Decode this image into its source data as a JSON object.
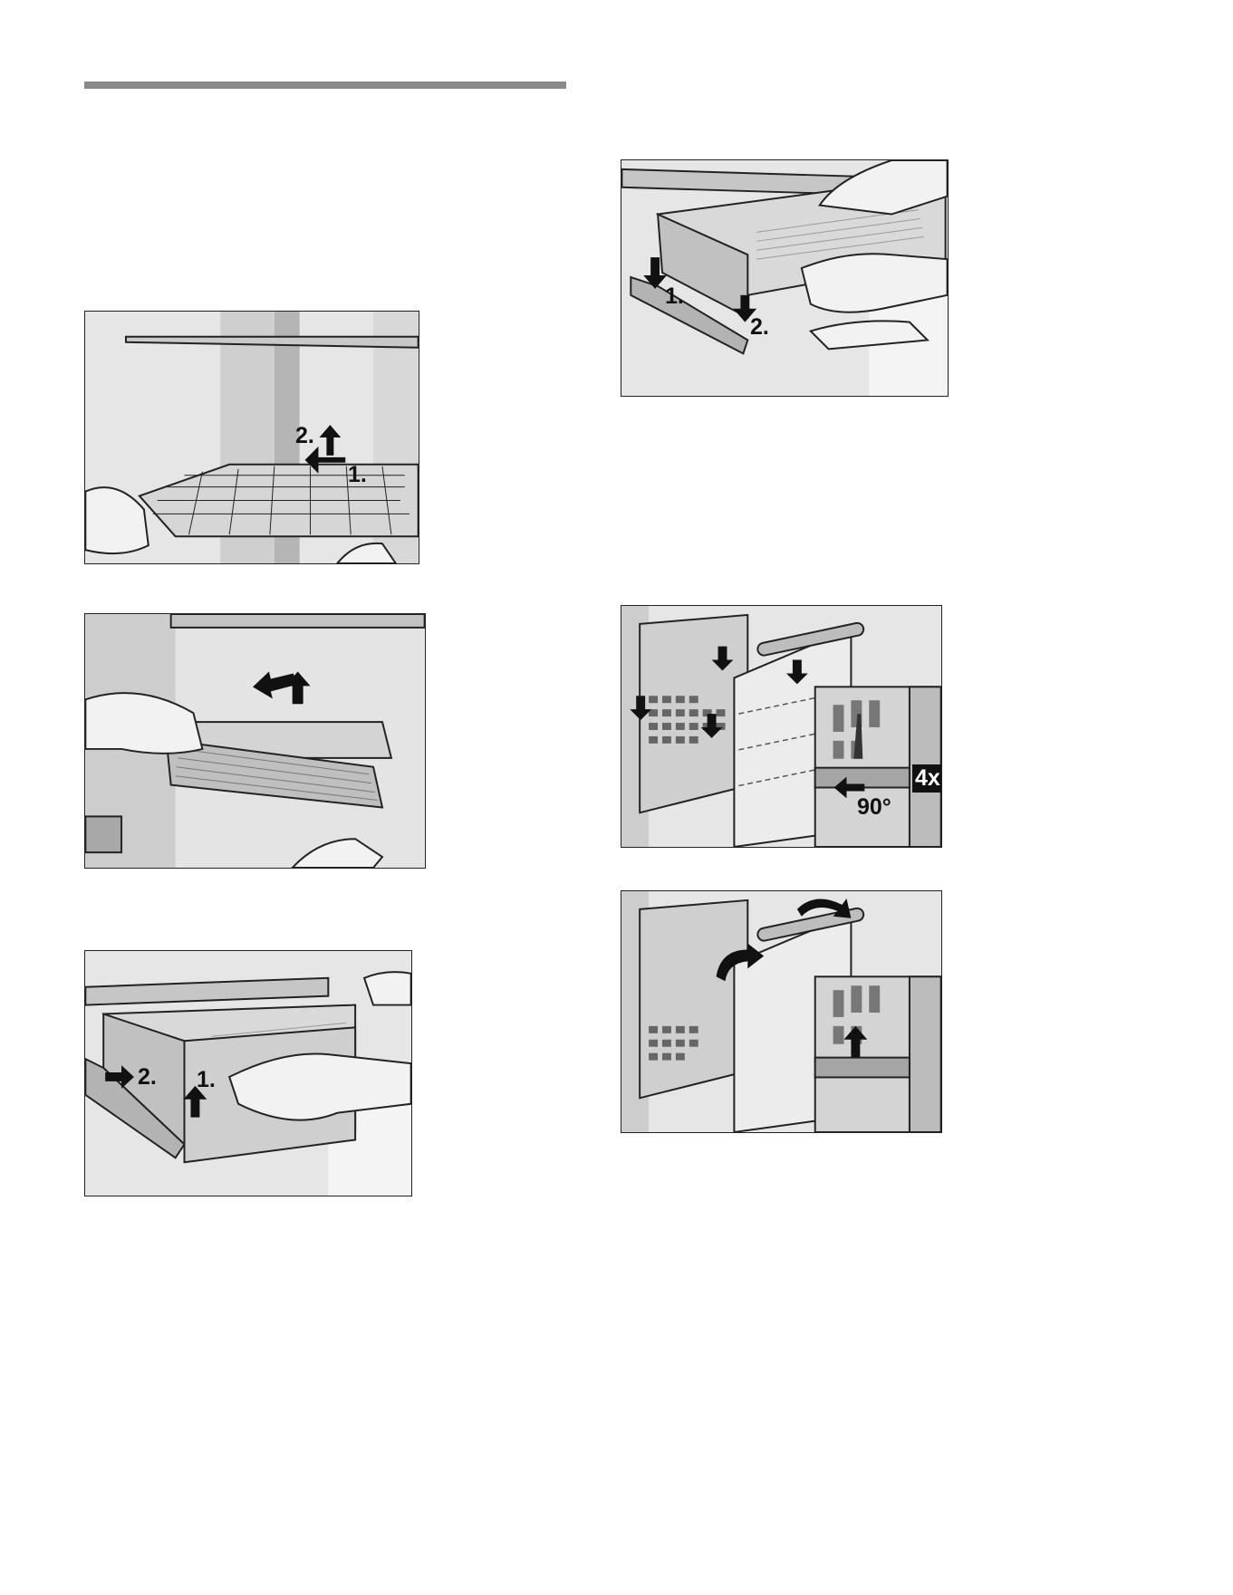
{
  "figures": {
    "fig1": {
      "step1": "1.",
      "step2": "2."
    },
    "fig2": {},
    "fig3": {
      "step1": "1.",
      "step2": "2."
    },
    "fig4": {
      "step1": "1.",
      "step2": "2."
    },
    "fig5": {
      "count_badge": "4x",
      "angle": "90°"
    },
    "fig6": {}
  },
  "colors": {
    "line": "#222222",
    "panel": "#e4e4e4",
    "shade": "#bdbdbd",
    "rule": "#8a8a8a"
  }
}
